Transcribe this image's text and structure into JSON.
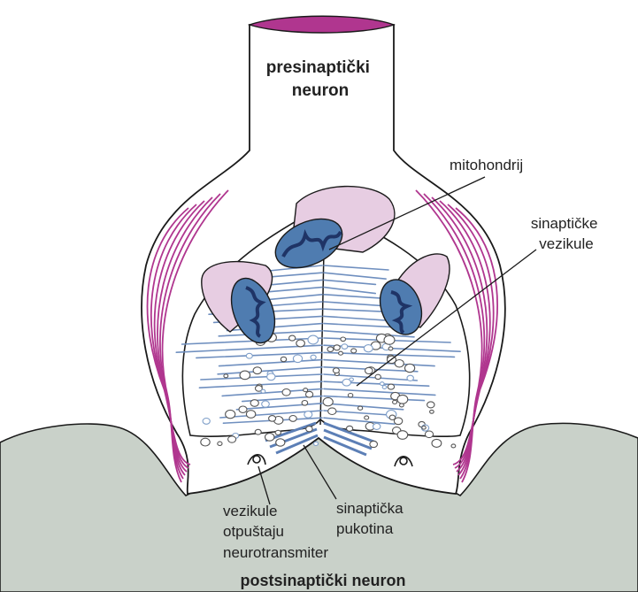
{
  "labels": {
    "presynaptic_line1": "presinaptički",
    "presynaptic_line2": "neuron",
    "mitochondrion": "mitohondrij",
    "vesicles_line1": "sinaptičke",
    "vesicles_line2": "vezikule",
    "release_line1": "vezikule",
    "release_line2": "otpuštaju",
    "release_line3": "neurotransmiter",
    "cleft_line1": "sinaptička",
    "cleft_line2": "pukotina",
    "postsynaptic": "postsinaptički neuron"
  },
  "colors": {
    "postsynaptic_fill": "#c9d1c9",
    "outline": "#1a1a1a",
    "magenta": "#b0368f",
    "mito_outer": "#e7cde2",
    "mito_inner": "#4f7cb0",
    "mito_cristae": "#1f3466",
    "filament": "#6f8fbf",
    "vesicle": "#7f9fc9"
  }
}
